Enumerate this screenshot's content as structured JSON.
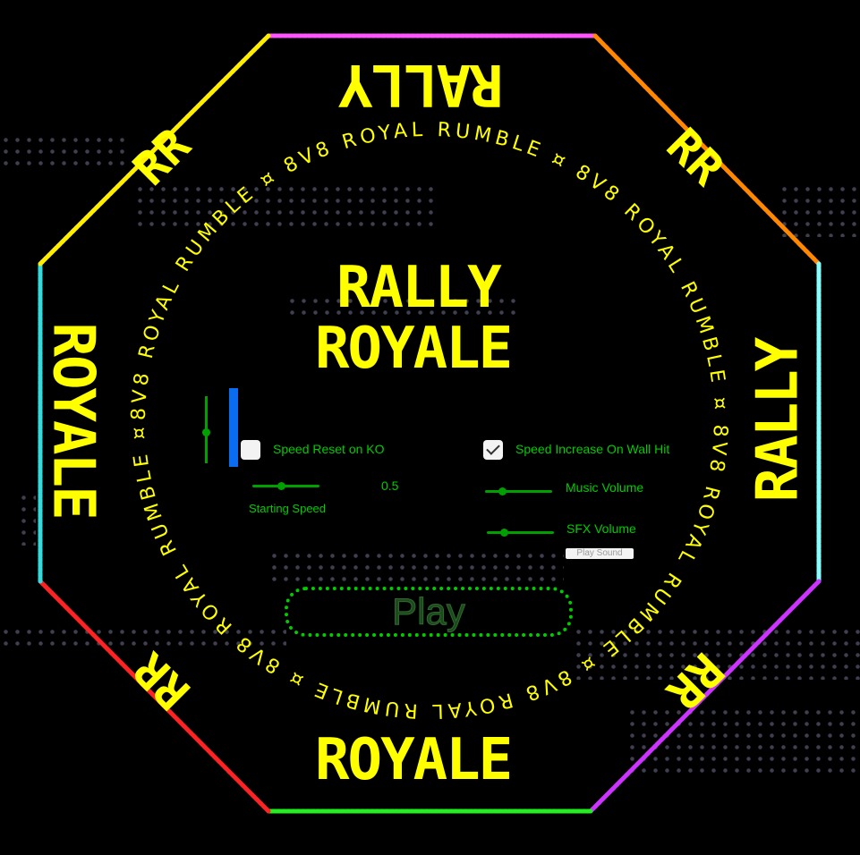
{
  "title_line1": "RALLY",
  "title_line2": "ROYALE",
  "sides": {
    "top": "RALLY",
    "bottom": "ROYALE",
    "left": "ROYALE",
    "right": "RALLY"
  },
  "logo_text": "RR",
  "ring_text": "8V8 ROYAL RUMBLE ¤ 8V8 ROYAL RUMBLE ¤ 8V8 ROYAL RUMBLE ¤ 8V8 ROYAL RUMBLE ¤ 8V8 ROYAL RUMBLE ¤ 8V8 ROYAL RUMBLE ¤ ",
  "edge_colors": [
    "#ff55ff",
    "#ff8800",
    "#88ffff",
    "#cc33ff",
    "#22ee22",
    "#ff2222",
    "#33dddd",
    "#ffee00"
  ],
  "settings": {
    "speed_reset_label": "Speed Reset on KO",
    "speed_reset_checked": false,
    "speed_increase_label": "Speed Increase On Wall Hit",
    "speed_increase_checked": true,
    "starting_speed_label": "Starting Speed",
    "starting_speed_value": "0.5",
    "starting_speed_fraction": 0.43,
    "music_volume_label": "Music Volume",
    "music_volume_fraction": 0.25,
    "sfx_volume_label": "SFX Volume",
    "sfx_volume_fraction": 0.25,
    "play_sound_label": "Play Sound",
    "vertical_slider_fraction": 0.5
  },
  "play_label": "Play"
}
